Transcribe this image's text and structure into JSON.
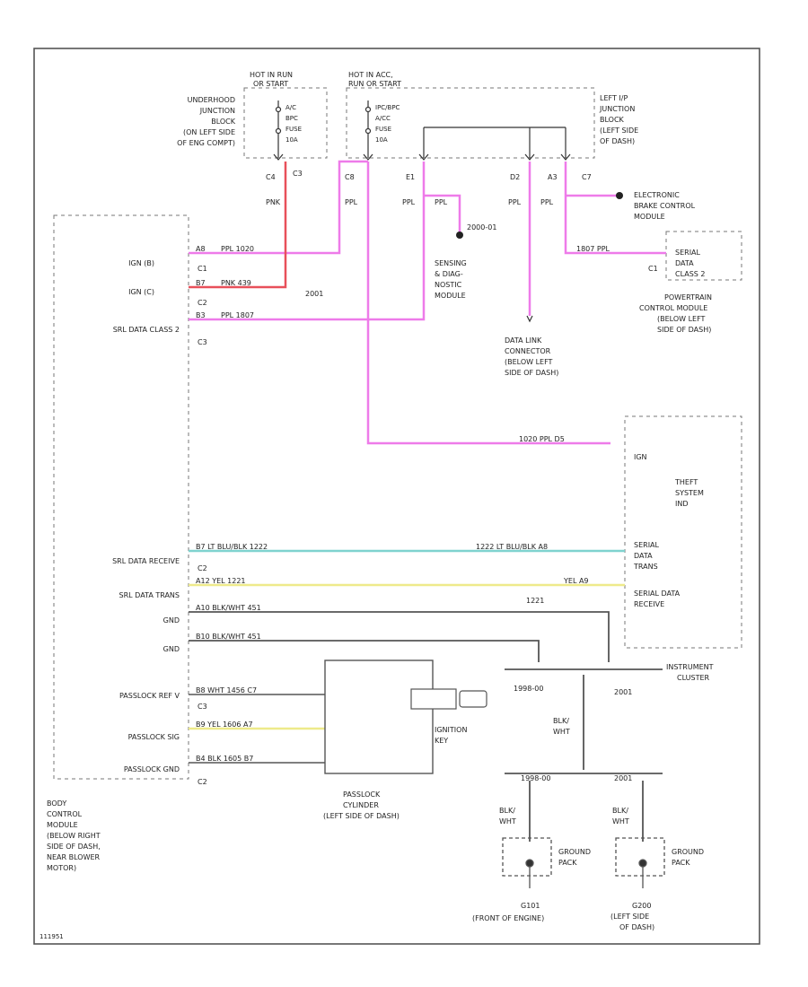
{
  "colors": {
    "pink": "#ee7be9",
    "red": "#e8505a",
    "cyan": "#7fd3cf",
    "yellow": "#eeea8a",
    "line": "#555555"
  },
  "labels": {
    "hot_run_1": "HOT IN RUN",
    "hot_run_2": "OR START",
    "hot_acc_1": "HOT IN ACC,",
    "hot_acc_2": "RUN OR START",
    "underhood_1": "UNDERHOOD",
    "underhood_2": "JUNCTION",
    "underhood_3": "BLOCK",
    "underhood_4": "(ON LEFT SIDE",
    "underhood_5": "OF ENG COMPT)",
    "fuse1_1": "A/C",
    "fuse1_2": "BPC",
    "fuse1_3": "FUSE",
    "fuse1_4": "10A",
    "fuse2_1": "IPC/BPC",
    "fuse2_2": "A/CC",
    "fuse2_3": "FUSE",
    "fuse2_4": "10A",
    "ip_1": "LEFT I/P",
    "ip_2": "JUNCTION",
    "ip_3": "BLOCK",
    "ip_4": "(LEFT SIDE",
    "ip_5": "OF DASH)",
    "c4": "C4",
    "c3": "C3",
    "c8": "C8",
    "e1": "E1",
    "d2": "D2",
    "a3": "A3",
    "c7": "C7",
    "pnk": "PNK",
    "ppl": "PPL",
    "ppl2": "PPL",
    "ppl3": "PPL",
    "ppl4": "PPL",
    "ppl5": "PPL",
    "yr2000": "2000-01",
    "ebcm_1": "ELECTRONIC",
    "ebcm_2": "BRAKE CONTROL",
    "ebcm_3": "MODULE",
    "ign_b": "IGN (B)",
    "ign_c": "IGN (C)",
    "serial_class2": "SRL DATA CLASS 2",
    "c1": "C1",
    "c2": "C2",
    "c3b": "C3",
    "c2b": "C2",
    "c3c": "C3",
    "c2c": "C2",
    "pin_a8": "A8",
    "pin_b7": "B7",
    "pin_b3": "B3",
    "w_a8": "PPL  1020",
    "w_b7": "PNK  439",
    "w_b3": "PPL  1807",
    "yr2001": "2001",
    "sdm_1": "SENSING",
    "sdm_2": "& DIAG-",
    "sdm_3": "NOSTIC",
    "sdm_4": "MODULE",
    "pcm_w": "1807  PPL",
    "pcm_pin": "C1",
    "pcm_box_1": "SERIAL",
    "pcm_box_2": "DATA",
    "pcm_box_3": "CLASS 2",
    "pcm_1": "POWERTRAIN",
    "pcm_2": "CONTROL MODULE",
    "pcm_3": "(BELOW LEFT",
    "pcm_4": "SIDE OF DASH)",
    "dlc_1": "DATA LINK",
    "dlc_2": "CONNECTOR",
    "dlc_3": "(BELOW LEFT",
    "dlc_4": "SIDE OF DASH)",
    "ign_wire": "1020   PPL   D5",
    "ign_pin": "IGN",
    "theft_1": "THEFT",
    "theft_2": "SYSTEM",
    "theft_3": "IND",
    "srl_rcv": "SRL DATA RECEIVE",
    "srl_trans": "SRL DATA TRANS",
    "gnd1": "GND",
    "gnd2": "GND",
    "w_b7cy": "B7   LT BLU/BLK   1222",
    "w_cy_r": "1222   LT BLU/BLK   A8",
    "w_a12": "A12   YEL   1221",
    "w_yel_r": "YEL   A9",
    "w_gnd1": "A10   BLK/WHT   451",
    "w_gnd2": "B10   BLK/WHT   451",
    "ic_st1": "SERIAL",
    "ic_st2": "DATA",
    "ic_st3": "TRANS",
    "ic_sr1": "SERIAL DATA",
    "ic_sr2": "RECEIVE",
    "w1221": "1221",
    "ic_1": "INSTRUMENT",
    "ic_2": "CLUSTER",
    "pk_ref": "PASSLOCK REF V",
    "pk_sig": "PASSLOCK SIG",
    "pk_gnd": "PASSLOCK GND",
    "w_ref": "B8   WHT   1456   C7",
    "w_sig": "B9   YEL   1606   A7",
    "w_pgnd": "B4   BLK   1605   B7",
    "key_1": "IGNITION",
    "key_2": "KEY",
    "cyl_1": "PASSLOCK",
    "cyl_2": "CYLINDER",
    "cyl_3": "(LEFT SIDE OF DASH)",
    "yr1": "1998-00",
    "yr2": "2001",
    "yr3": "1998-00",
    "yr4": "2001",
    "blk_1": "BLK/",
    "blk_2": "WHT",
    "blk_3": "BLK/",
    "blk_4": "WHT",
    "blk_5": "BLK/",
    "blk_6": "WHT",
    "gp_1": "GROUND",
    "gp_2": "PACK",
    "gp_3": "GROUND",
    "gp_4": "PACK",
    "g101_1": "G101",
    "g101_2": "(FRONT OF ENGINE)",
    "g200_1": "G200",
    "g200_2": "(LEFT SIDE",
    "g200_3": "OF DASH)",
    "bcm_1": "BODY",
    "bcm_2": "CONTROL",
    "bcm_3": "MODULE",
    "bcm_4": "(BELOW RIGHT",
    "bcm_5": "SIDE OF DASH,",
    "bcm_6": "NEAR BLOWER",
    "bcm_7": "MOTOR)",
    "footer": "111951"
  }
}
